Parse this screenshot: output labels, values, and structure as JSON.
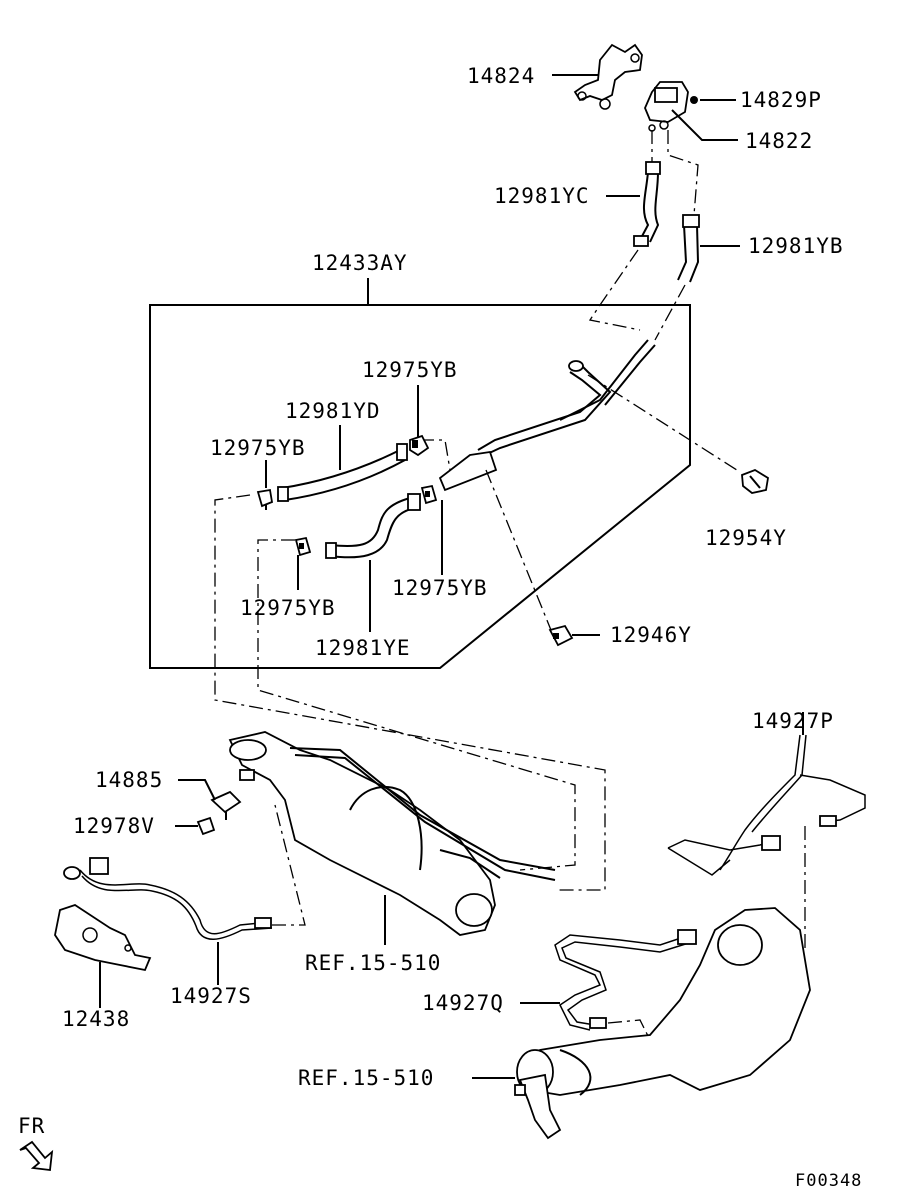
{
  "labels": {
    "p14824": "14824",
    "p14829P": "14829P",
    "p14822": "14822",
    "p12981YC": "12981YC",
    "p12981YB": "12981YB",
    "p12433AY": "12433AY",
    "p12975YB_a": "12975YB",
    "p12981YD": "12981YD",
    "p12975YB_b": "12975YB",
    "p12954Y": "12954Y",
    "p12975YB_c": "12975YB",
    "p12975YB_d": "12975YB",
    "p12981YE": "12981YE",
    "p12946Y": "12946Y",
    "p14927P": "14927P",
    "p14885": "14885",
    "p12978V": "12978V",
    "ref1": "REF.15-510",
    "p12438": "12438",
    "p14927S": "14927S",
    "p14927Q": "14927Q",
    "ref2": "REF.15-510",
    "fr": "FR",
    "code": "F00348"
  }
}
